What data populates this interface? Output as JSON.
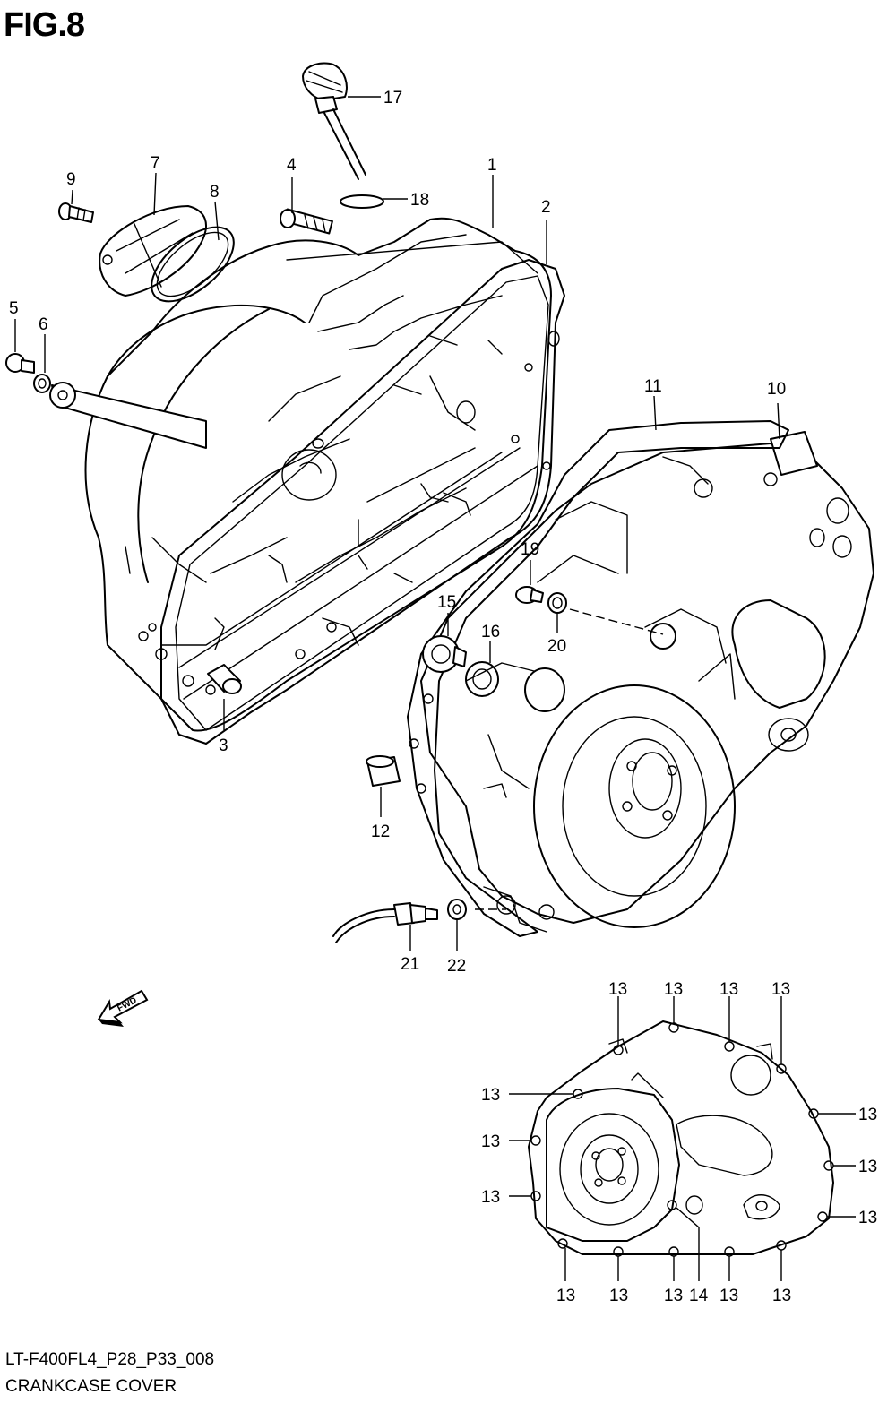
{
  "figure": {
    "title": "FIG.8",
    "drawing_code": "LT-F400FL4_P28_P33_008",
    "caption": "CRANKCASE COVER",
    "arrow_label": "FWD"
  },
  "callouts": [
    {
      "id": "c1",
      "text": "1"
    },
    {
      "id": "c2",
      "text": "2"
    },
    {
      "id": "c3",
      "text": "3"
    },
    {
      "id": "c4",
      "text": "4"
    },
    {
      "id": "c5",
      "text": "5"
    },
    {
      "id": "c6",
      "text": "6"
    },
    {
      "id": "c7",
      "text": "7"
    },
    {
      "id": "c8",
      "text": "8"
    },
    {
      "id": "c9",
      "text": "9"
    },
    {
      "id": "c10",
      "text": "10"
    },
    {
      "id": "c11",
      "text": "11"
    },
    {
      "id": "c12",
      "text": "12"
    },
    {
      "id": "c15",
      "text": "15"
    },
    {
      "id": "c16",
      "text": "16"
    },
    {
      "id": "c17",
      "text": "17"
    },
    {
      "id": "c18",
      "text": "18"
    },
    {
      "id": "c19",
      "text": "19"
    },
    {
      "id": "c20",
      "text": "20"
    },
    {
      "id": "c21",
      "text": "21"
    },
    {
      "id": "c22",
      "text": "22"
    },
    {
      "id": "c13a",
      "text": "13"
    },
    {
      "id": "c13b",
      "text": "13"
    },
    {
      "id": "c13c",
      "text": "13"
    },
    {
      "id": "c13d",
      "text": "13"
    },
    {
      "id": "c13e",
      "text": "13"
    },
    {
      "id": "c13f",
      "text": "13"
    },
    {
      "id": "c13g",
      "text": "13"
    },
    {
      "id": "c13h",
      "text": "13"
    },
    {
      "id": "c13i",
      "text": "13"
    },
    {
      "id": "c13j",
      "text": "13"
    },
    {
      "id": "c13k",
      "text": "13"
    },
    {
      "id": "c13l",
      "text": "13"
    },
    {
      "id": "c13m",
      "text": "13"
    },
    {
      "id": "c13n",
      "text": "13"
    },
    {
      "id": "c13o",
      "text": "13"
    },
    {
      "id": "c13p",
      "text": "13"
    },
    {
      "id": "c14",
      "text": "14"
    }
  ]
}
